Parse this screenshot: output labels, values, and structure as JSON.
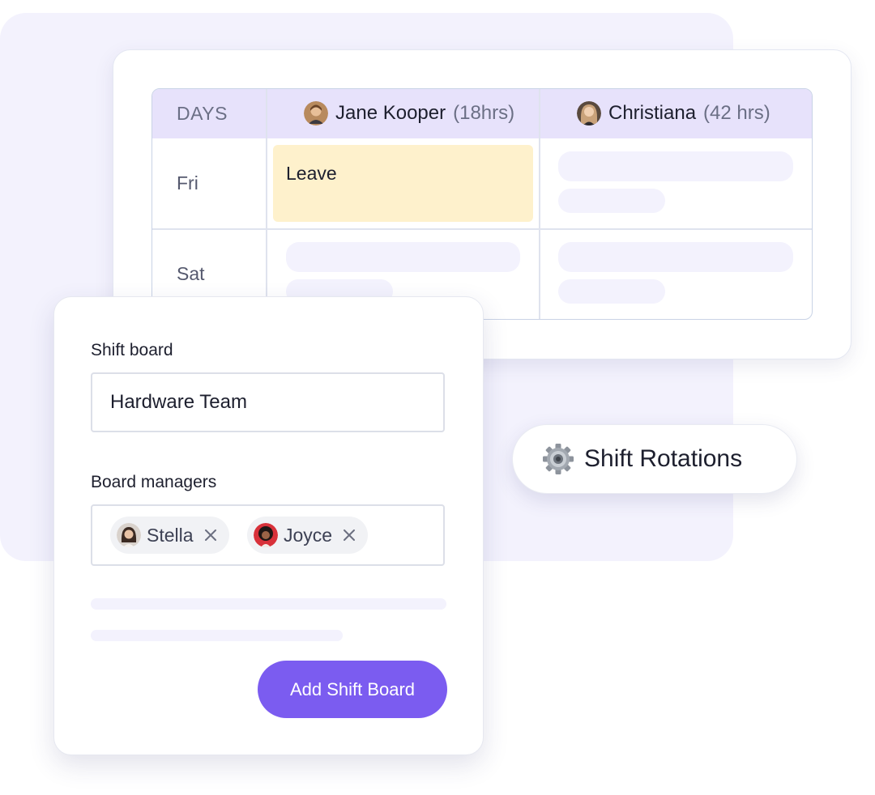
{
  "schedule": {
    "days_header": "DAYS",
    "people": [
      {
        "name": "Jane Kooper",
        "hours": "(18hrs)",
        "avatar_icon": "person-avatar-icon"
      },
      {
        "name": "Christiana",
        "hours": "(42 hrs)",
        "avatar_icon": "person-avatar-icon"
      }
    ],
    "rows": [
      {
        "day": "Fri",
        "cells": [
          {
            "label": "Leave"
          },
          {
            "label": ""
          }
        ]
      },
      {
        "day": "Sat",
        "cells": [
          {
            "label": ""
          },
          {
            "label": ""
          }
        ]
      }
    ]
  },
  "form": {
    "board_label": "Shift board",
    "board_value": "Hardware Team",
    "managers_label": "Board managers",
    "managers": [
      {
        "name": "Stella",
        "avatar_icon": "person-avatar-icon",
        "remove_icon": "close-icon"
      },
      {
        "name": "Joyce",
        "avatar_icon": "person-avatar-icon",
        "remove_icon": "close-icon"
      }
    ],
    "submit_label": "Add Shift Board"
  },
  "badge": {
    "label": "Shift Rotations",
    "icon": "gear-icon"
  },
  "colors": {
    "accent": "#7b5cf0",
    "header_bg": "#e7e2fb",
    "leave_bg": "#fef1cc",
    "panel_bg": "#f3f2fd"
  }
}
